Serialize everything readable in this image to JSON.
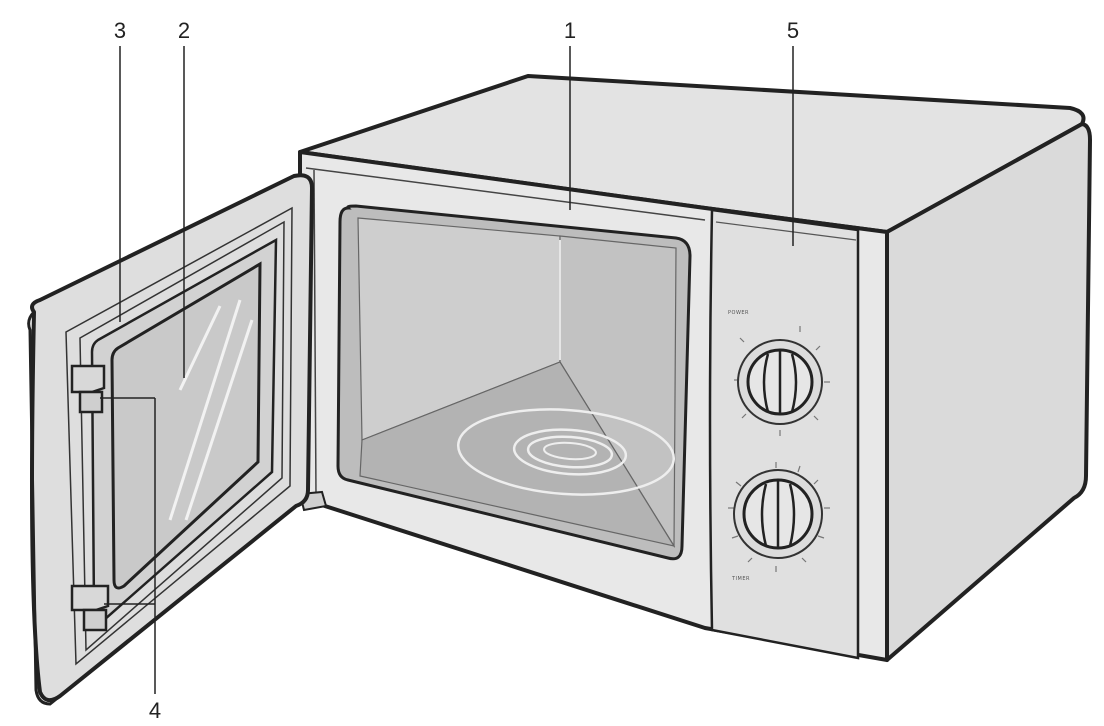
{
  "callouts": [
    {
      "number": "1",
      "part": "oven-cavity"
    },
    {
      "number": "2",
      "part": "door-window"
    },
    {
      "number": "3",
      "part": "door-seal"
    },
    {
      "number": "4",
      "part": "door-latches"
    },
    {
      "number": "5",
      "part": "control-panel"
    }
  ],
  "dial_labels": {
    "power": "POWER",
    "timer": "TIMER"
  },
  "colors": {
    "line": "#222222",
    "fill_light": "#e5e5e5",
    "fill_mid": "#d6d6d6",
    "fill_dark": "#c4c4c4",
    "glass": "#cbcbcb"
  }
}
